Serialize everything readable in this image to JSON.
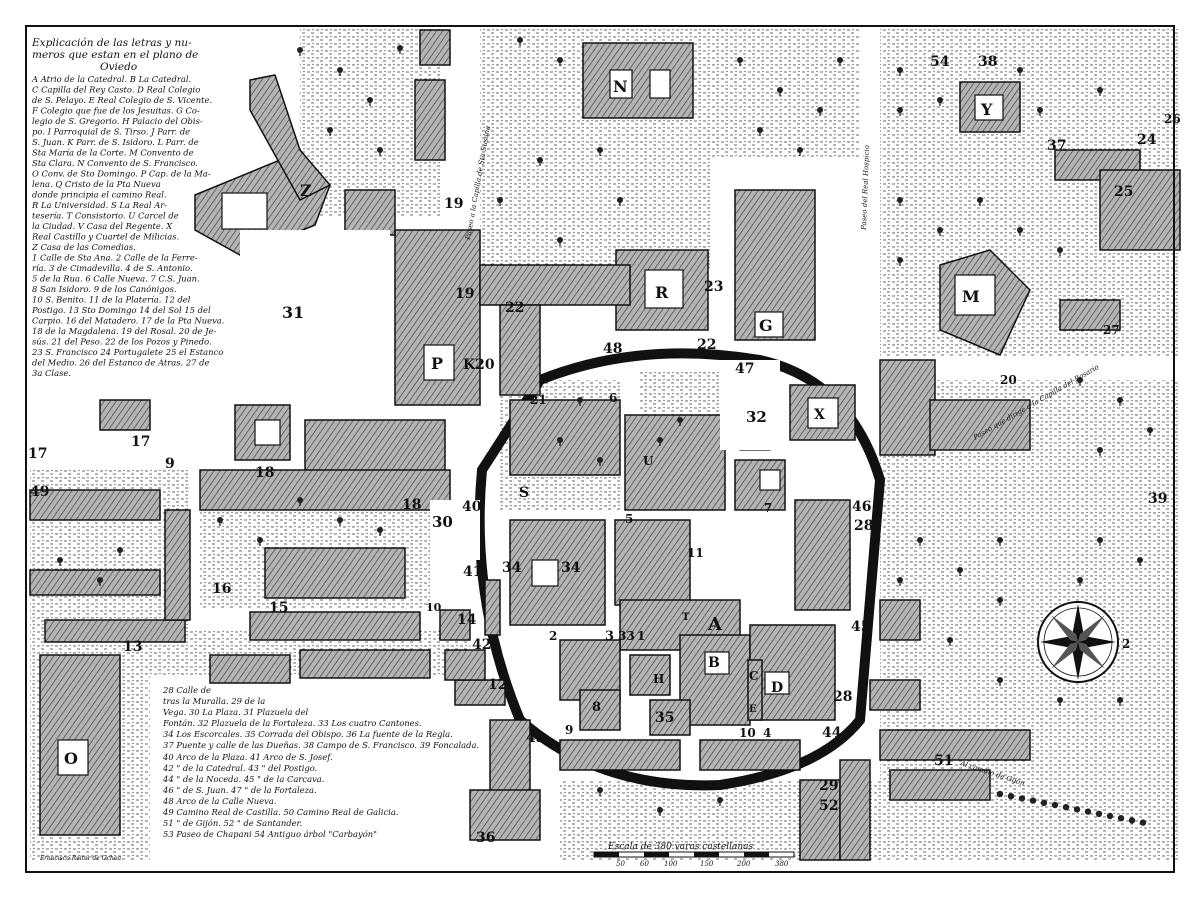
{
  "legend": {
    "lines": [
      "Explicación de las letras y nu-",
      "meros que estan en el plano de",
      "Oviedo",
      "A Atrio de la Catedral. B La Catedral.",
      "C Capilla del Rey Casto. D Real Colegio",
      "de S. Pelayo. E Real Colegio de S. Vicente.",
      "F Colegio que fue de los Jesuitas. G Co-",
      "legio de S. Gregorio. H Palacio del Obis-",
      "po. I Parroquial de S. Tirso. J Parr. de",
      "S. Juan. K Parr. de S. Isidoro. L Parr. de",
      "Sta María de la Corte. M Convento de",
      "Sta Clara. N Convento de S. Francisco.",
      "O Conv. de Sto Domingo. P Cap. de la Ma-",
      "lena. Q Cristo de la Pta Nueva",
      "donde principia el camino Real.",
      "R La Universidad. S La Real Ar-",
      "tesería. T Consistorio. U Carcel de",
      "la Ciudad. V Casa del Regente. X",
      "Real Castillo y Cuartel de Milicias.",
      "Z Casa de las Comedias.",
      "1 Calle de Sta Ana. 2 Calle de la Ferre-",
      "ría. 3 de Cimadevilla. 4 de S. Antonio.",
      "5 de la Rua. 6 Calle Nueva. 7 C.S. Juan.",
      "8 San Isidoro. 9 de los Canónigos.",
      "10 S. Benito. 11 de la Platería. 12 del",
      "Postigo. 13 Sto Domingo 14 del Sol 15 del",
      "Carpio. 16 del Matadero. 17 de la Pta Nueva.",
      "18 de la Magdalena. 19 del Rosal. 20 de Je-",
      "sús. 21 del Peso. 22 de los Pozos y Pinedo.",
      "23 S. Francisco 24 Portugalete 25 el Estanco",
      "del Medio. 26 del Estanco de Atras. 27 de",
      "3a Clase."
    ],
    "bottom_lines": [
      "28 Calle de",
      "tras la Muralla. 29 de la",
      "Vega. 30 La Plaza. 31 Plazuela del",
      "Fontán. 32 Plazuela de la Fortaleza. 33 Los cuatro Cantones.",
      "34 Los Escorcales. 35 Corrada del Obispo. 36 La fuente de la Regla.",
      "37 Puente y calle de las Dueñas. 38 Campo de S. Francisco. 39 Foncalada.",
      "40 Arco de la Plaza.   41 Arco de S. Josef.",
      "42  \"  de la Catedral.   43  \"  del Postigo.",
      "44  \"  de la Noceda.     45  \"  de la Carcava.",
      "46  \"  de S. Juan.       47  \"  de la Fortaleza.",
      "48 Arco de la Calle Nueva.",
      "49 Camino Real de Castilla.  50 Camino Real de Galicia.",
      "51  \"  de Gijón.       52  \"  de Santander.",
      "53 Paseo de Chapani     54 Antiguo árbol \"Carbayón\""
    ]
  },
  "street_notes": [
    "Paseo a la Capilla de Sta Susana",
    "Paseo del Real Hospicio",
    "Paseo que dirige a la Capilla del Rosario",
    "Al camino de Gijón"
  ],
  "block_letters": [
    "N",
    "Y",
    "Z",
    "R",
    "M",
    "G",
    "P",
    "K20",
    "X",
    "S",
    "U",
    "A",
    "B",
    "C",
    "D",
    "E",
    "H",
    "O",
    "T"
  ],
  "numbers": [
    "54",
    "38",
    "37",
    "24",
    "25",
    "31",
    "19",
    "19",
    "23",
    "22",
    "48",
    "47",
    "32",
    "22",
    "21",
    "17",
    "17",
    "9",
    "18",
    "49",
    "18",
    "30",
    "40",
    "46",
    "28",
    "39",
    "16",
    "15",
    "13",
    "41",
    "34",
    "34",
    "42",
    "14",
    "10",
    "3",
    "1",
    "2",
    "11",
    "5",
    "7",
    "6",
    "8",
    "45",
    "12",
    "43",
    "9",
    "35",
    "10",
    "4",
    "44",
    "28",
    "51",
    "29",
    "52",
    "36",
    "33",
    "27",
    "26",
    "20",
    "2"
  ],
  "scale": {
    "label": "Escala de 380 varas castellanas",
    "ticks": [
      "50",
      "60",
      "100",
      "150",
      "200",
      "380"
    ]
  },
  "author": "Francisco Reiter de Ochoa",
  "colors": {
    "ink": "#111111",
    "paper": "#ffffff",
    "block_fill": "#9a9a9a",
    "garden_fill": "#d9d9d9"
  },
  "icons": {
    "compass": "compass-rose-icon",
    "tree": "tree-icon"
  }
}
